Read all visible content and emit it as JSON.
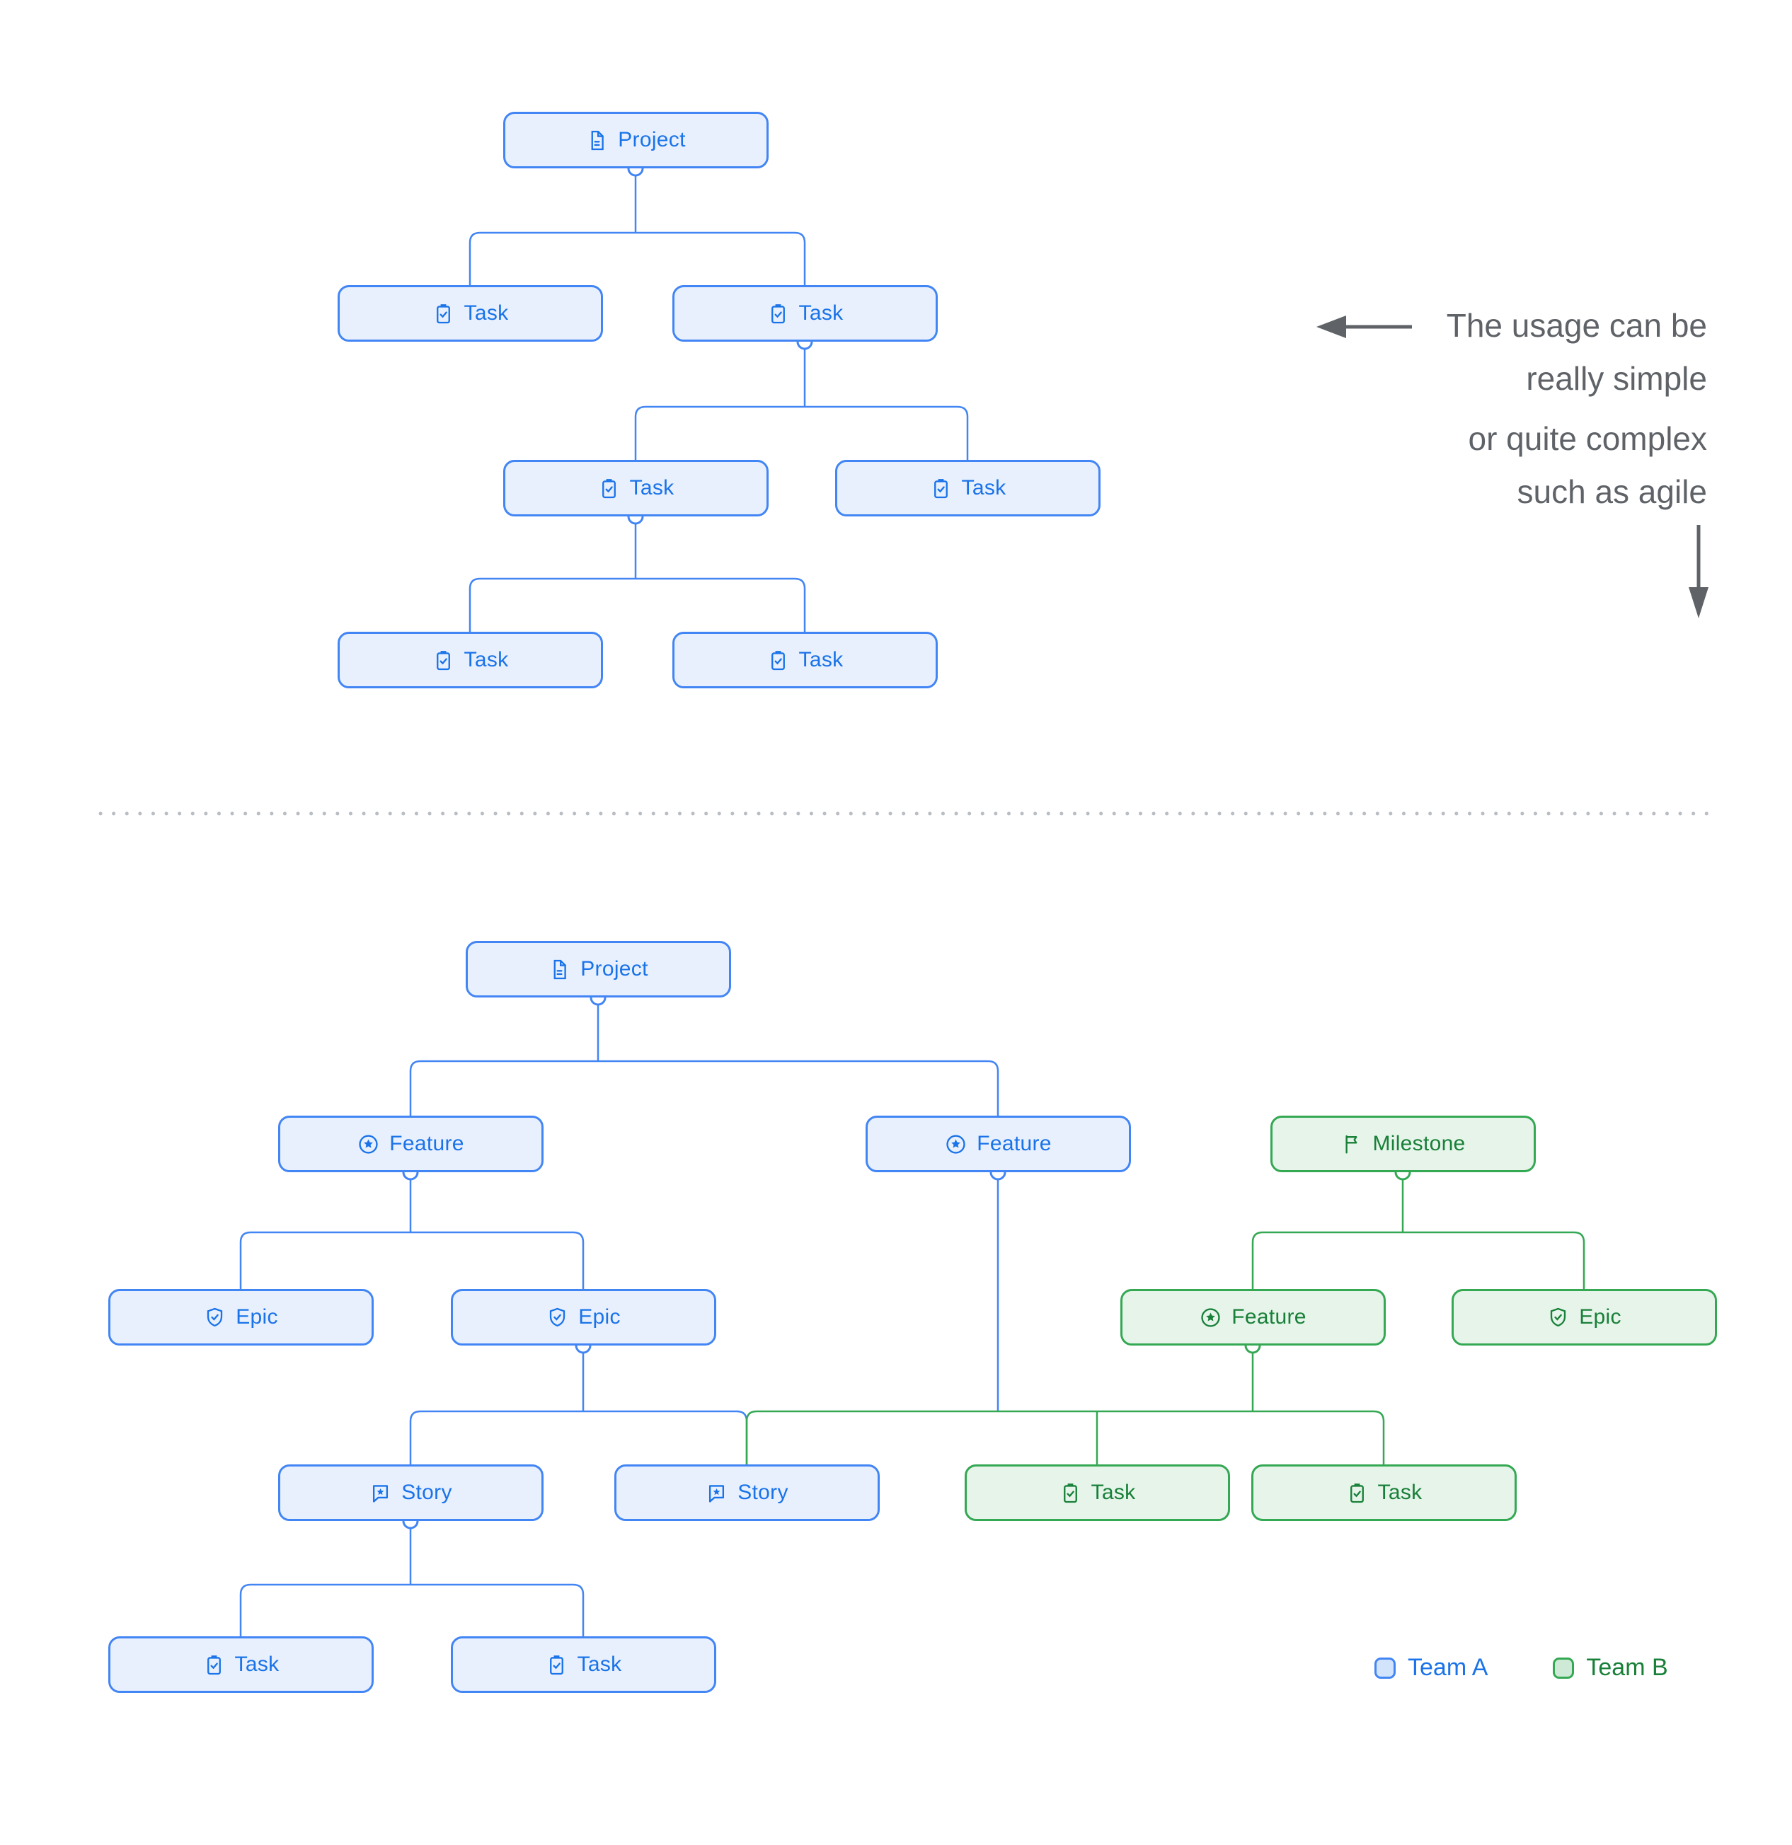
{
  "colors": {
    "team_a_border": "#4285f4",
    "team_a_fill": "#e8f0fe",
    "team_a_text": "#1a73e8",
    "team_b_border": "#34a853",
    "team_b_fill": "#e6f4ea",
    "team_b_text": "#188038",
    "annotation_text": "#5f6368",
    "divider_dots": "#b9bdc4"
  },
  "annotation": {
    "line1": "The usage can be",
    "line2": "really simple",
    "line3": "or quite complex",
    "line4": "such as agile"
  },
  "legend": [
    {
      "label": "Team A",
      "team": "a"
    },
    {
      "label": "Team B",
      "team": "b"
    }
  ],
  "diagram_top": {
    "nodes": [
      {
        "id": "p",
        "label": "Project",
        "icon": "document-icon",
        "team": "a"
      },
      {
        "id": "t1",
        "label": "Task",
        "icon": "task-icon",
        "team": "a"
      },
      {
        "id": "t2",
        "label": "Task",
        "icon": "task-icon",
        "team": "a"
      },
      {
        "id": "t3",
        "label": "Task",
        "icon": "task-icon",
        "team": "a"
      },
      {
        "id": "t4",
        "label": "Task",
        "icon": "task-icon",
        "team": "a"
      },
      {
        "id": "t5",
        "label": "Task",
        "icon": "task-icon",
        "team": "a"
      },
      {
        "id": "t6",
        "label": "Task",
        "icon": "task-icon",
        "team": "a"
      }
    ]
  },
  "diagram_bottom": {
    "nodes": [
      {
        "id": "p2",
        "label": "Project",
        "icon": "document-icon",
        "team": "a"
      },
      {
        "id": "f1",
        "label": "Feature",
        "icon": "feature-icon",
        "team": "a"
      },
      {
        "id": "f2",
        "label": "Feature",
        "icon": "feature-icon",
        "team": "a"
      },
      {
        "id": "m",
        "label": "Milestone",
        "icon": "milestone-flag-icon",
        "team": "b"
      },
      {
        "id": "e1",
        "label": "Epic",
        "icon": "epic-icon",
        "team": "a"
      },
      {
        "id": "e2",
        "label": "Epic",
        "icon": "epic-icon",
        "team": "a"
      },
      {
        "id": "gf",
        "label": "Feature",
        "icon": "feature-icon",
        "team": "b"
      },
      {
        "id": "ge",
        "label": "Epic",
        "icon": "epic-icon",
        "team": "b"
      },
      {
        "id": "s1",
        "label": "Story",
        "icon": "story-icon",
        "team": "a"
      },
      {
        "id": "s2",
        "label": "Story",
        "icon": "story-icon",
        "team": "a"
      },
      {
        "id": "gt1",
        "label": "Task",
        "icon": "task-icon",
        "team": "b"
      },
      {
        "id": "gt2",
        "label": "Task",
        "icon": "task-icon",
        "team": "b"
      },
      {
        "id": "bt1",
        "label": "Task",
        "icon": "task-icon",
        "team": "a"
      },
      {
        "id": "bt2",
        "label": "Task",
        "icon": "task-icon",
        "team": "a"
      }
    ]
  }
}
